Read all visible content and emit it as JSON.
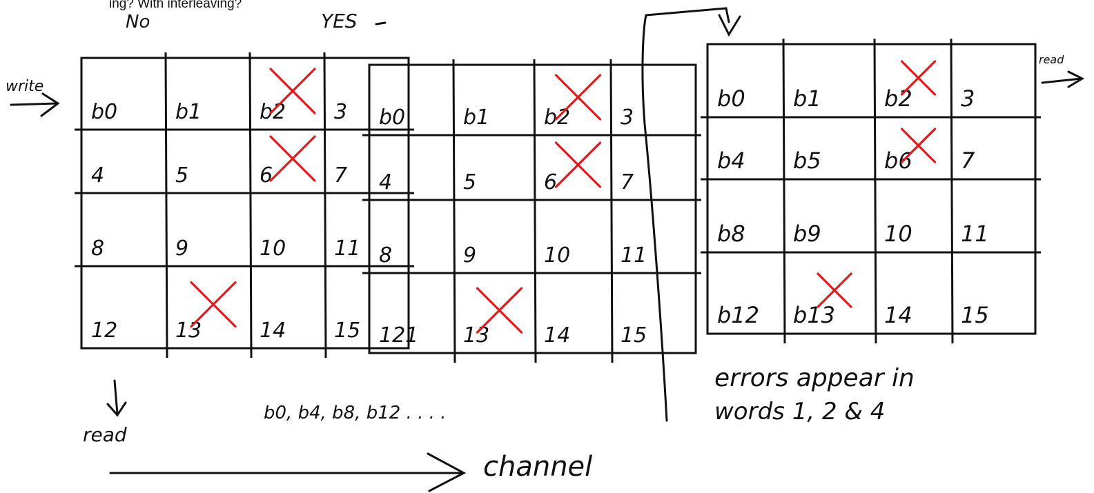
{
  "caption": "ing? With interleaving?",
  "answers": {
    "no": "No",
    "yes": "YES"
  },
  "labels": {
    "write": "write",
    "read_left": "read",
    "read_right": "read",
    "sequence": "b0, b4, b8, b12 . . . .",
    "channel": "channel",
    "errors_line1": "errors appear in",
    "errors_line2": "words 1, 2 & 4"
  },
  "matrix_before": [
    [
      "b0",
      "b1",
      "b2",
      "3"
    ],
    [
      "4",
      "5",
      "6",
      "7"
    ],
    [
      "8",
      "9",
      "10",
      "11"
    ],
    [
      "12",
      "13",
      "14",
      "15"
    ]
  ],
  "matrix_middle": [
    [
      "b0",
      "b1",
      "b2",
      "3"
    ],
    [
      "4",
      "5",
      "6",
      "7"
    ],
    [
      "8",
      "9",
      "10",
      "11"
    ],
    [
      "121",
      "13",
      "14",
      "15"
    ]
  ],
  "matrix_after": [
    [
      "b0",
      "b1",
      "b2",
      "3"
    ],
    [
      "b4",
      "b5",
      "b6",
      "7"
    ],
    [
      "b8",
      "b9",
      "10",
      "11"
    ],
    [
      "b12",
      "b13",
      "14",
      "15"
    ]
  ],
  "errors_before": [
    [
      0,
      2
    ],
    [
      1,
      2
    ],
    [
      3,
      1
    ]
  ],
  "errors_middle": [
    [
      0,
      2
    ],
    [
      1,
      2
    ],
    [
      3,
      1
    ]
  ],
  "errors_after": [
    [
      0,
      2
    ],
    [
      1,
      2
    ],
    [
      3,
      1
    ]
  ],
  "colors": {
    "ink": "#111111",
    "error_mark": "#e3191c"
  }
}
